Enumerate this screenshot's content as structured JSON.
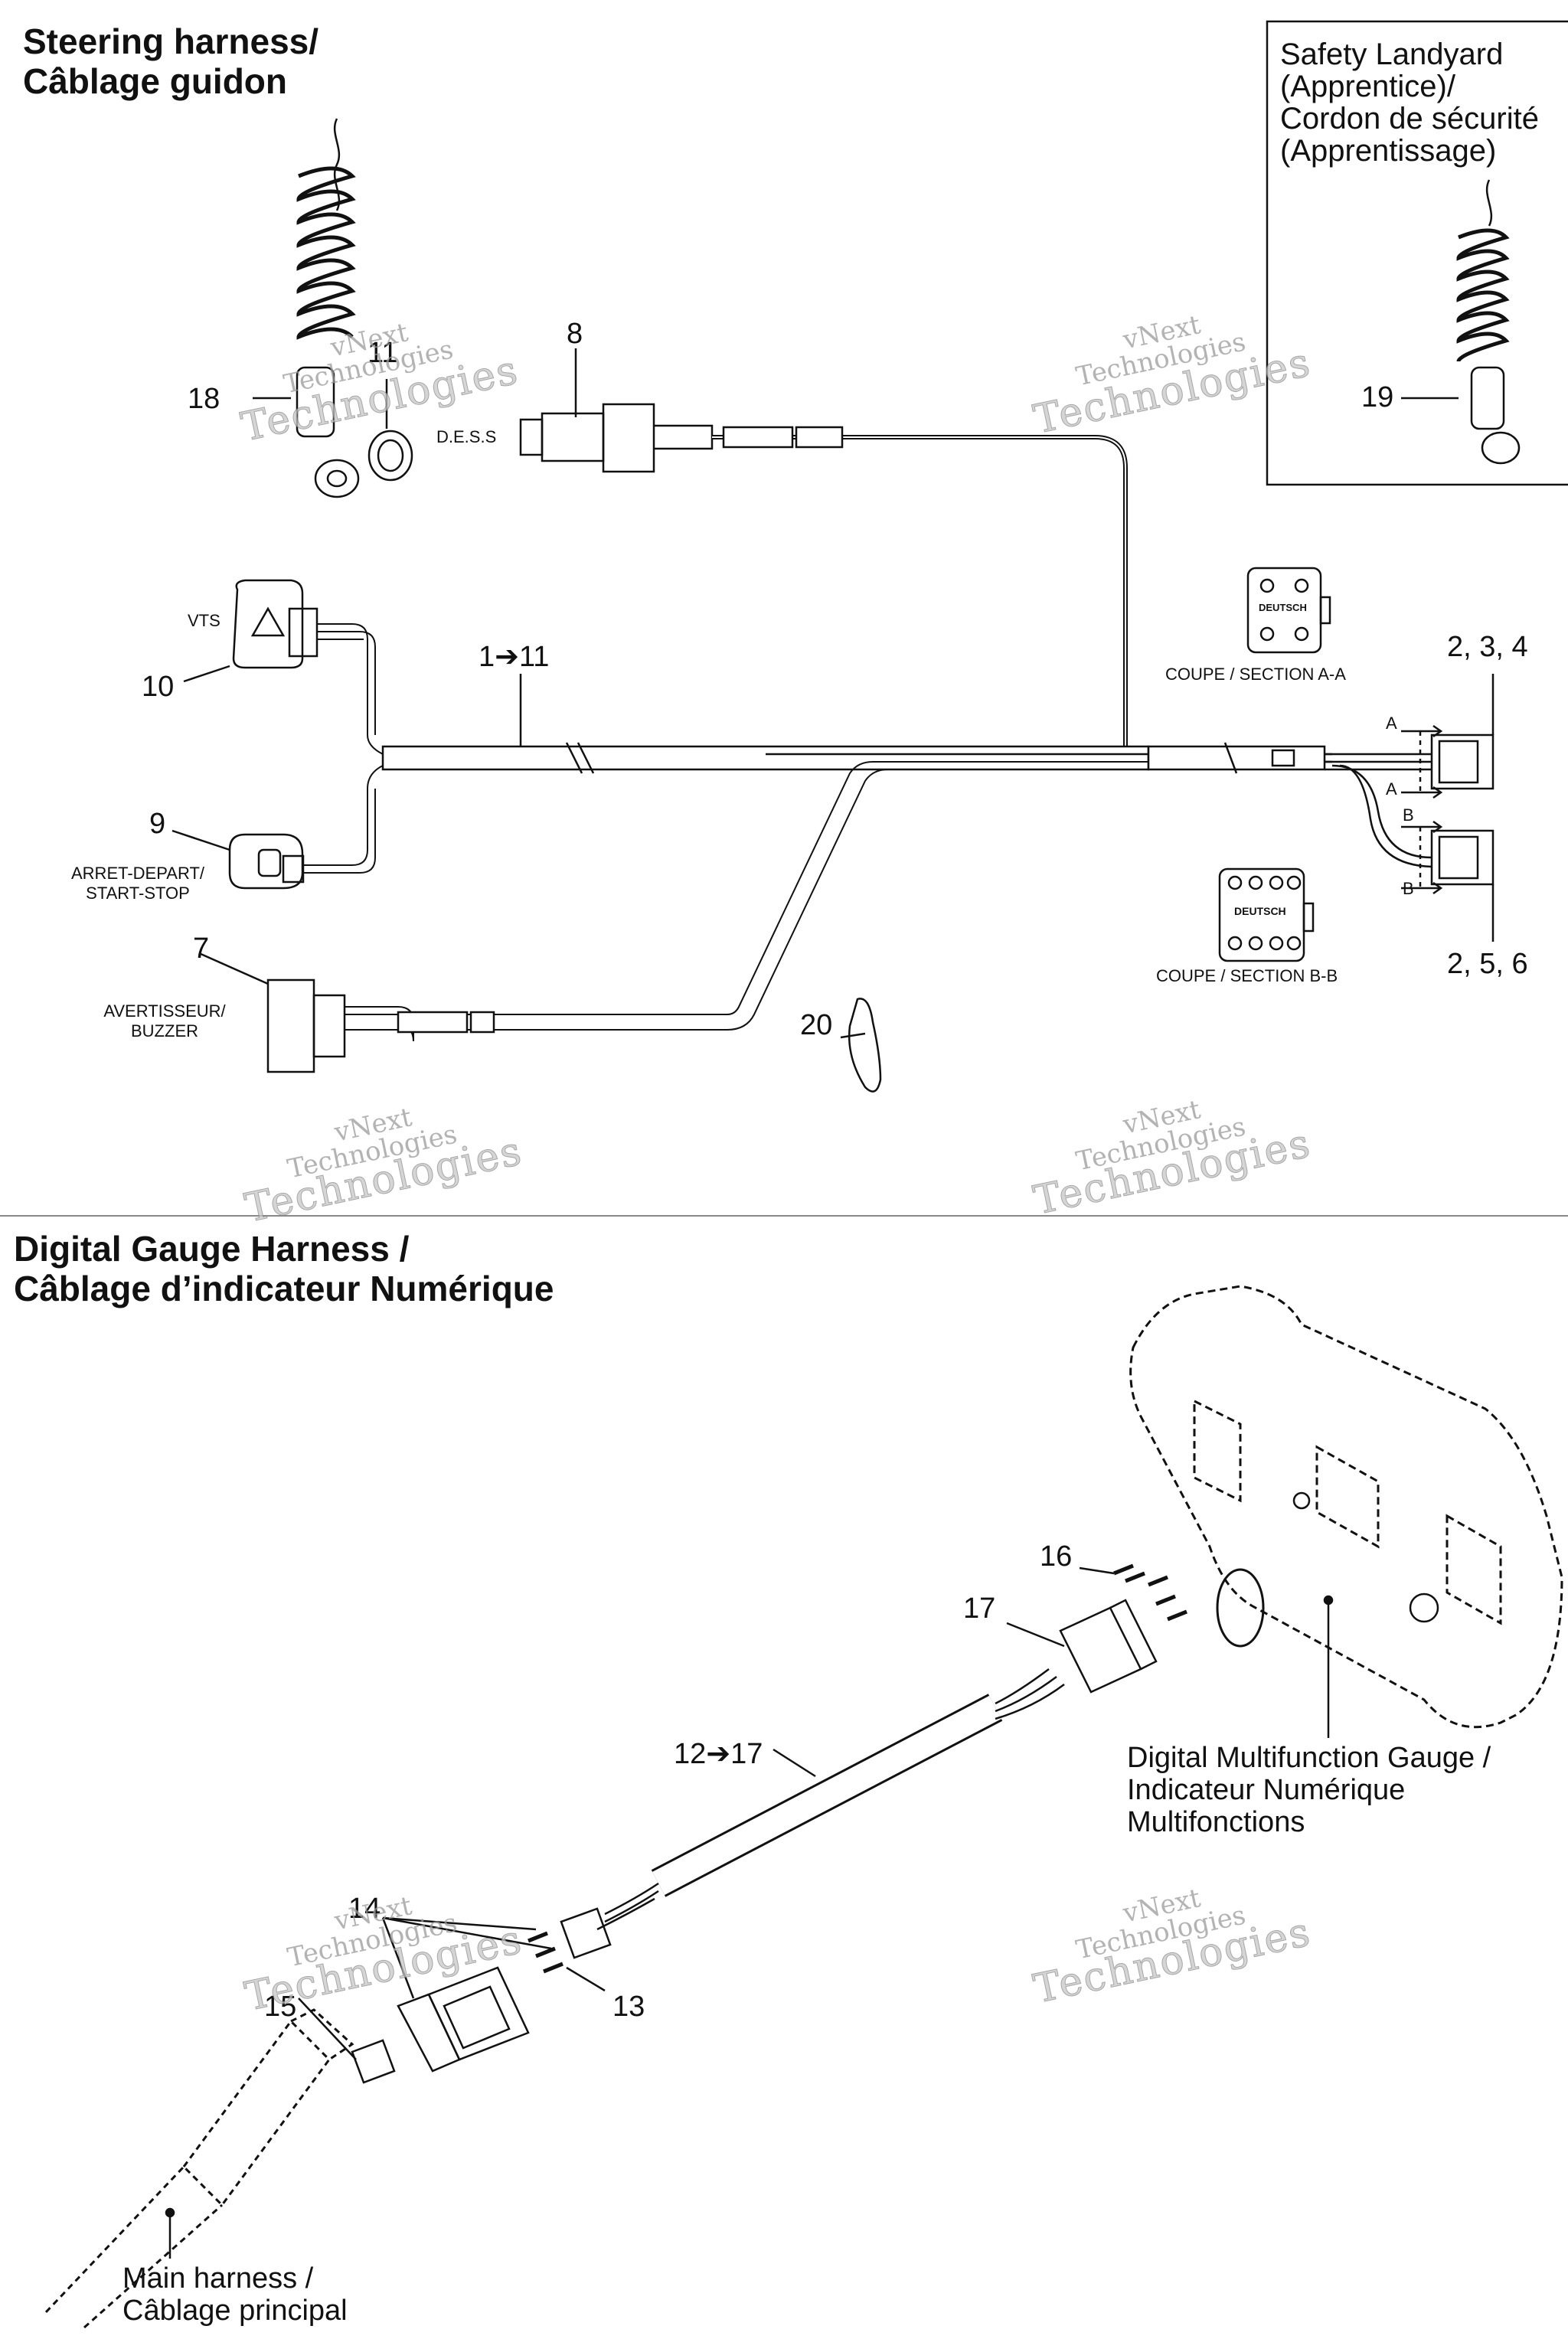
{
  "sections": {
    "steering": {
      "title_line1": "Steering harness/",
      "title_line2": "Câblage guidon"
    },
    "digital": {
      "title_line1": "Digital Gauge Harness /",
      "title_line2": "Câblage d’indicateur Numérique"
    }
  },
  "safety_box": {
    "line1": "Safety Landyard",
    "line2": "(Apprentice)/",
    "line3": "Cordon de sécurité",
    "line4": "(Apprentissage)"
  },
  "callouts": {
    "c18": "18",
    "c11": "11",
    "c8": "8",
    "c19": "19",
    "c10": "10",
    "c1_11": "1➔11",
    "c234": "2, 3, 4",
    "c9": "9",
    "c7": "7",
    "c256": "2, 5, 6",
    "c20": "20",
    "c16": "16",
    "c17": "17",
    "c12_17": "12➔17",
    "c14": "14",
    "c15": "15",
    "c13": "13"
  },
  "labels": {
    "dess": "D.E.S.S",
    "vts": "VTS",
    "arret_depart": "ARRET-DEPART/",
    "start_stop": "START-STOP",
    "avertisseur": "AVERTISSEUR/",
    "buzzer": "BUZZER",
    "coupe_aa": "COUPE / SECTION A-A",
    "coupe_bb": "COUPE / SECTION B-B",
    "deutsch": "DEUTSCH",
    "arrow_a": "A",
    "arrow_b": "B"
  },
  "gauge_label": {
    "line1": "Digital Multifunction Gauge /",
    "line2": "Indicateur Numérique",
    "line3": "Multifonctions"
  },
  "main_harness": {
    "line1": "Main harness /",
    "line2": "Câblage principal"
  },
  "watermark": {
    "line1": "vNext",
    "line2": "Technologies"
  }
}
